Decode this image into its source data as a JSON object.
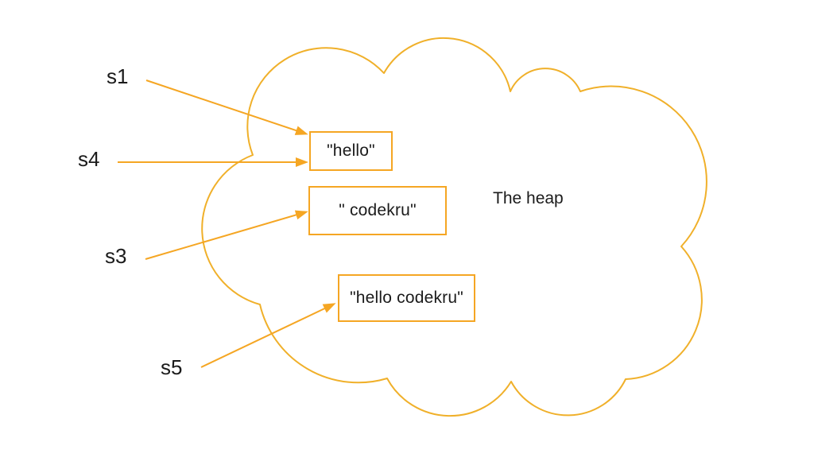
{
  "diagram": {
    "heap_label": "The heap",
    "references": [
      {
        "id": "s1",
        "label": "s1",
        "target": "hello"
      },
      {
        "id": "s4",
        "label": "s4",
        "target": "hello"
      },
      {
        "id": "s3",
        "label": "s3",
        "target": "codekru"
      },
      {
        "id": "s5",
        "label": "s5",
        "target": "hello_codekru"
      }
    ],
    "heap_objects": [
      {
        "id": "hello",
        "value": "\"hello\""
      },
      {
        "id": "codekru",
        "value": "\" codekru\""
      },
      {
        "id": "hello_codekru",
        "value": "\"hello codekru\""
      }
    ],
    "colors": {
      "accent": "#F5A623",
      "cloud_stroke": "#F0B02A",
      "text": "#1B1B1B",
      "background": "#FFFFFF"
    }
  }
}
